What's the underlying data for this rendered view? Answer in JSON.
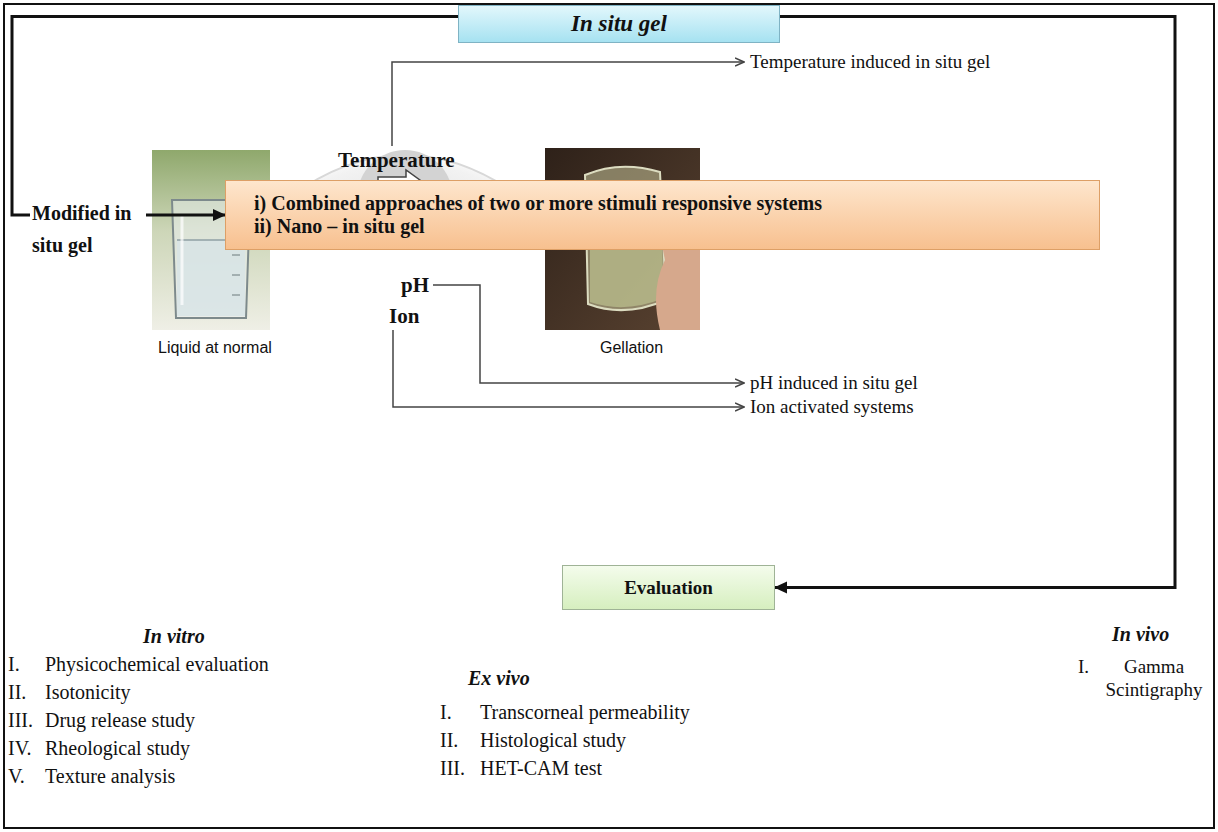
{
  "diagram": {
    "nodes": [
      {
        "text": [
          "In situ gel"
        ]
      },
      {
        "text": [
          "i) Combined approaches of two or more stimuli responsive systems",
          "ii) Nano – in situ gel"
        ]
      },
      {
        "text": [
          "Evaluation"
        ]
      }
    ],
    "edges": [
      {
        "from": 0,
        "to": 1,
        "arrow": "to"
      },
      {
        "from": 0,
        "to": 2,
        "arrow": "to"
      }
    ],
    "labels": [
      "Temperature",
      "pH",
      "Ion",
      "Liquid at normal",
      "Gellation",
      "Temperature induced in situ gel",
      "pH induced in situ gel",
      "Ion activated systems",
      "Modified in situ gel",
      "In vitro",
      "I.",
      "Physicochemical evaluation",
      "II.",
      "Isotonicity",
      "III.",
      "Drug release study",
      "IV.",
      "Rheological study",
      "V.",
      "Texture analysis",
      "Ex vivo",
      "I.",
      "Transcorneal permeability",
      "II.",
      "Histological study",
      "III.",
      "HET-CAM test",
      "In vivo",
      "I.",
      "Gamma Scintigraphy"
    ]
  }
}
